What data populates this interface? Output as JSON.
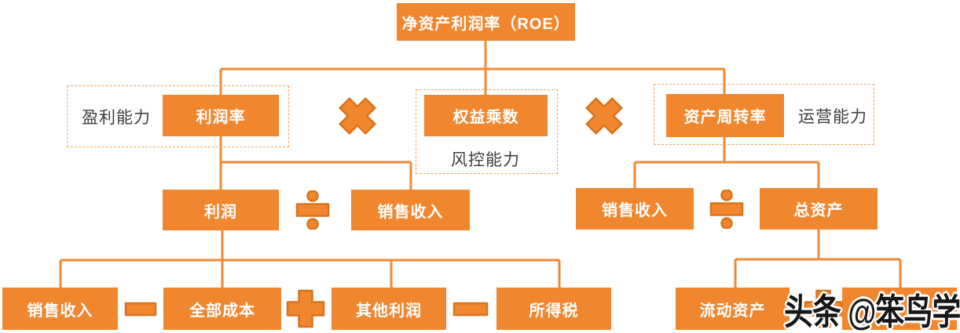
{
  "diagram": {
    "root": {
      "label": "净资产利润率（ROE）"
    },
    "level2": {
      "profit_margin": {
        "label": "利润率",
        "annotation": "盈利能力"
      },
      "equity_multiplier": {
        "label": "权益乘数",
        "annotation": "风控能力"
      },
      "asset_turnover": {
        "label": "资产周转率",
        "annotation": "运营能力"
      }
    },
    "level3": {
      "profit": "利润",
      "sales_revenue_left": "销售收入",
      "sales_revenue_right": "销售收入",
      "total_assets": "总资产"
    },
    "level4": {
      "sales_revenue": "销售收入",
      "total_cost": "全部成本",
      "other_profit": "其他利润",
      "income_tax": "所得税",
      "current_assets": "流动资产",
      "covered_box": ""
    },
    "operators": {
      "multiply": "×",
      "divide": "÷",
      "plus": "+",
      "minus": "−"
    },
    "watermark": "头条 @笨鸟学",
    "colors": {
      "box_fill": "#F0862E",
      "operator_stroke": "#D9731C",
      "connector": "#EE8A35",
      "dashed_border": "#F1A65F",
      "annotation_text": "#3D3D3D",
      "watermark_text": "#171717"
    }
  }
}
